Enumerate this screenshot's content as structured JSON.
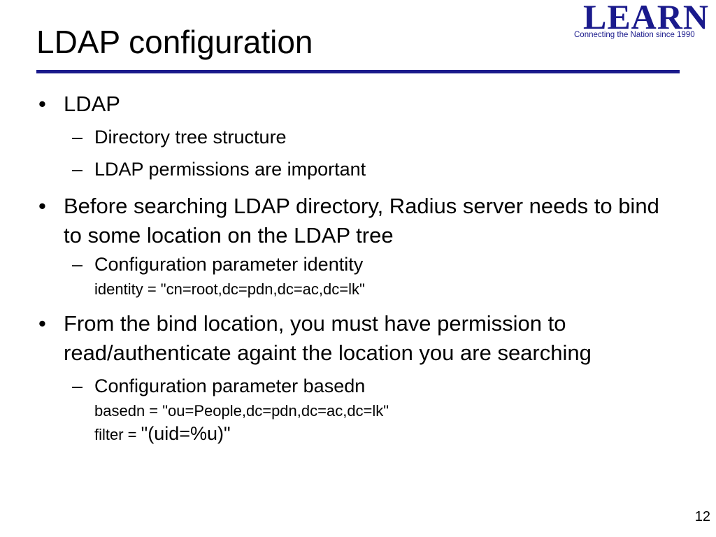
{
  "slide": {
    "title": "LDAP configuration",
    "page_number": "12"
  },
  "logo": {
    "word": "LEARN",
    "tagline": "Connecting the Nation since 1990",
    "color": "#1a1a8c"
  },
  "bullets": [
    {
      "text": "LDAP",
      "subs": [
        {
          "text": "Directory tree structure"
        },
        {
          "text": "LDAP permissions are important"
        }
      ]
    },
    {
      "text": "Before searching LDAP directory, Radius server needs to bind to some location on the LDAP tree",
      "subs": [
        {
          "text": "Configuration parameter identity",
          "code": [
            "identity = \"cn=root,dc=pdn,dc=ac,dc=lk\""
          ]
        }
      ]
    },
    {
      "text": "From the bind location, you must have permission to read/authenticate againt the location you are searching",
      "subs": [
        {
          "text": "Configuration parameter basedn",
          "code": [
            "basedn = \"ou=People,dc=pdn,dc=ac,dc=lk\""
          ],
          "filter_label": "filter = ",
          "filter_value": "\"(uid=%u)\""
        }
      ]
    }
  ],
  "glyphs": {
    "bullet": "•",
    "dash": "–"
  }
}
